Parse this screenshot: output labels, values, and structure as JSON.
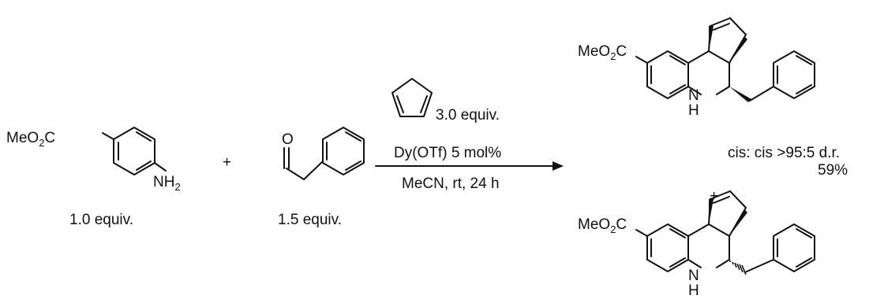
{
  "reactants": {
    "aniline": {
      "group": "MeO",
      "group_sub": "2",
      "group_tail": "C",
      "amine": "NH",
      "amine_sub": "2",
      "equiv": "1.0 equiv."
    },
    "plus": "+",
    "aldehyde": {
      "oxygen": "O",
      "equiv": "1.5 equiv."
    }
  },
  "conditions": {
    "diene_equiv": "3.0 equiv.",
    "catalyst": "Dy(OTf) 5 mol%",
    "solvent": "MeCN, rt, 24 h"
  },
  "products": {
    "major": {
      "group": "MeO",
      "group_sub": "2",
      "group_tail": "C",
      "nh": "N",
      "h": "H",
      "selectivity": "cis: cis  >95:5 d.r.",
      "yield": "59%"
    },
    "plus": "+",
    "minor": {
      "group": "MeO",
      "group_sub": "2",
      "group_tail": "C",
      "nh": "N",
      "h": "H"
    }
  }
}
